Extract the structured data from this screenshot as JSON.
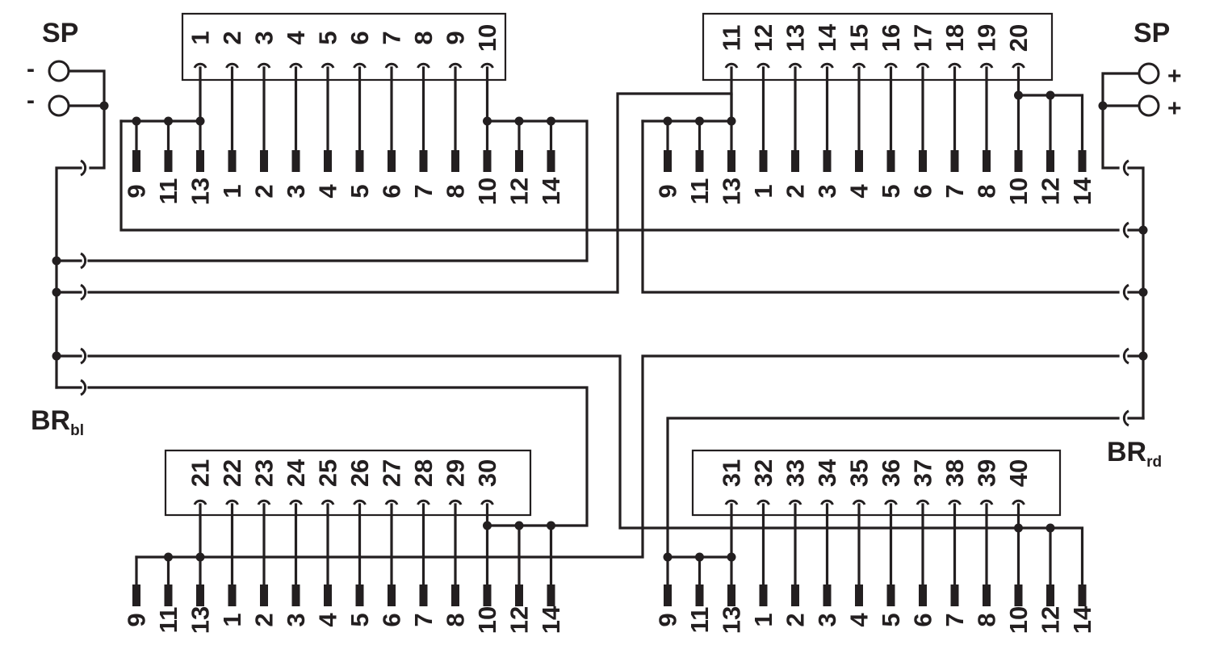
{
  "labels": {
    "sp_left": "SP",
    "sp_right": "SP",
    "minus": "-",
    "plus": "+",
    "br_left_main": "BR",
    "br_left_sub": "bl",
    "br_right_main": "BR",
    "br_right_sub": "rd"
  },
  "blocks": [
    {
      "name": "top-left",
      "connector": [
        "1",
        "2",
        "3",
        "4",
        "5",
        "6",
        "7",
        "8",
        "9",
        "10"
      ],
      "pins": [
        "9",
        "11",
        "13",
        "1",
        "2",
        "3",
        "4",
        "5",
        "6",
        "7",
        "8",
        "10",
        "12",
        "14"
      ]
    },
    {
      "name": "top-right",
      "connector": [
        "11",
        "12",
        "13",
        "14",
        "15",
        "16",
        "17",
        "18",
        "19",
        "20"
      ],
      "pins": [
        "9",
        "11",
        "13",
        "1",
        "2",
        "3",
        "4",
        "5",
        "6",
        "7",
        "8",
        "10",
        "12",
        "14"
      ]
    },
    {
      "name": "bottom-left",
      "connector": [
        "21",
        "22",
        "23",
        "24",
        "25",
        "26",
        "27",
        "28",
        "29",
        "30"
      ],
      "pins": [
        "9",
        "11",
        "13",
        "1",
        "2",
        "3",
        "4",
        "5",
        "6",
        "7",
        "8",
        "10",
        "12",
        "14"
      ]
    },
    {
      "name": "bottom-right",
      "connector": [
        "31",
        "32",
        "33",
        "34",
        "35",
        "36",
        "37",
        "38",
        "39",
        "40"
      ],
      "pins": [
        "9",
        "11",
        "13",
        "1",
        "2",
        "3",
        "4",
        "5",
        "6",
        "7",
        "8",
        "10",
        "12",
        "14"
      ]
    }
  ]
}
